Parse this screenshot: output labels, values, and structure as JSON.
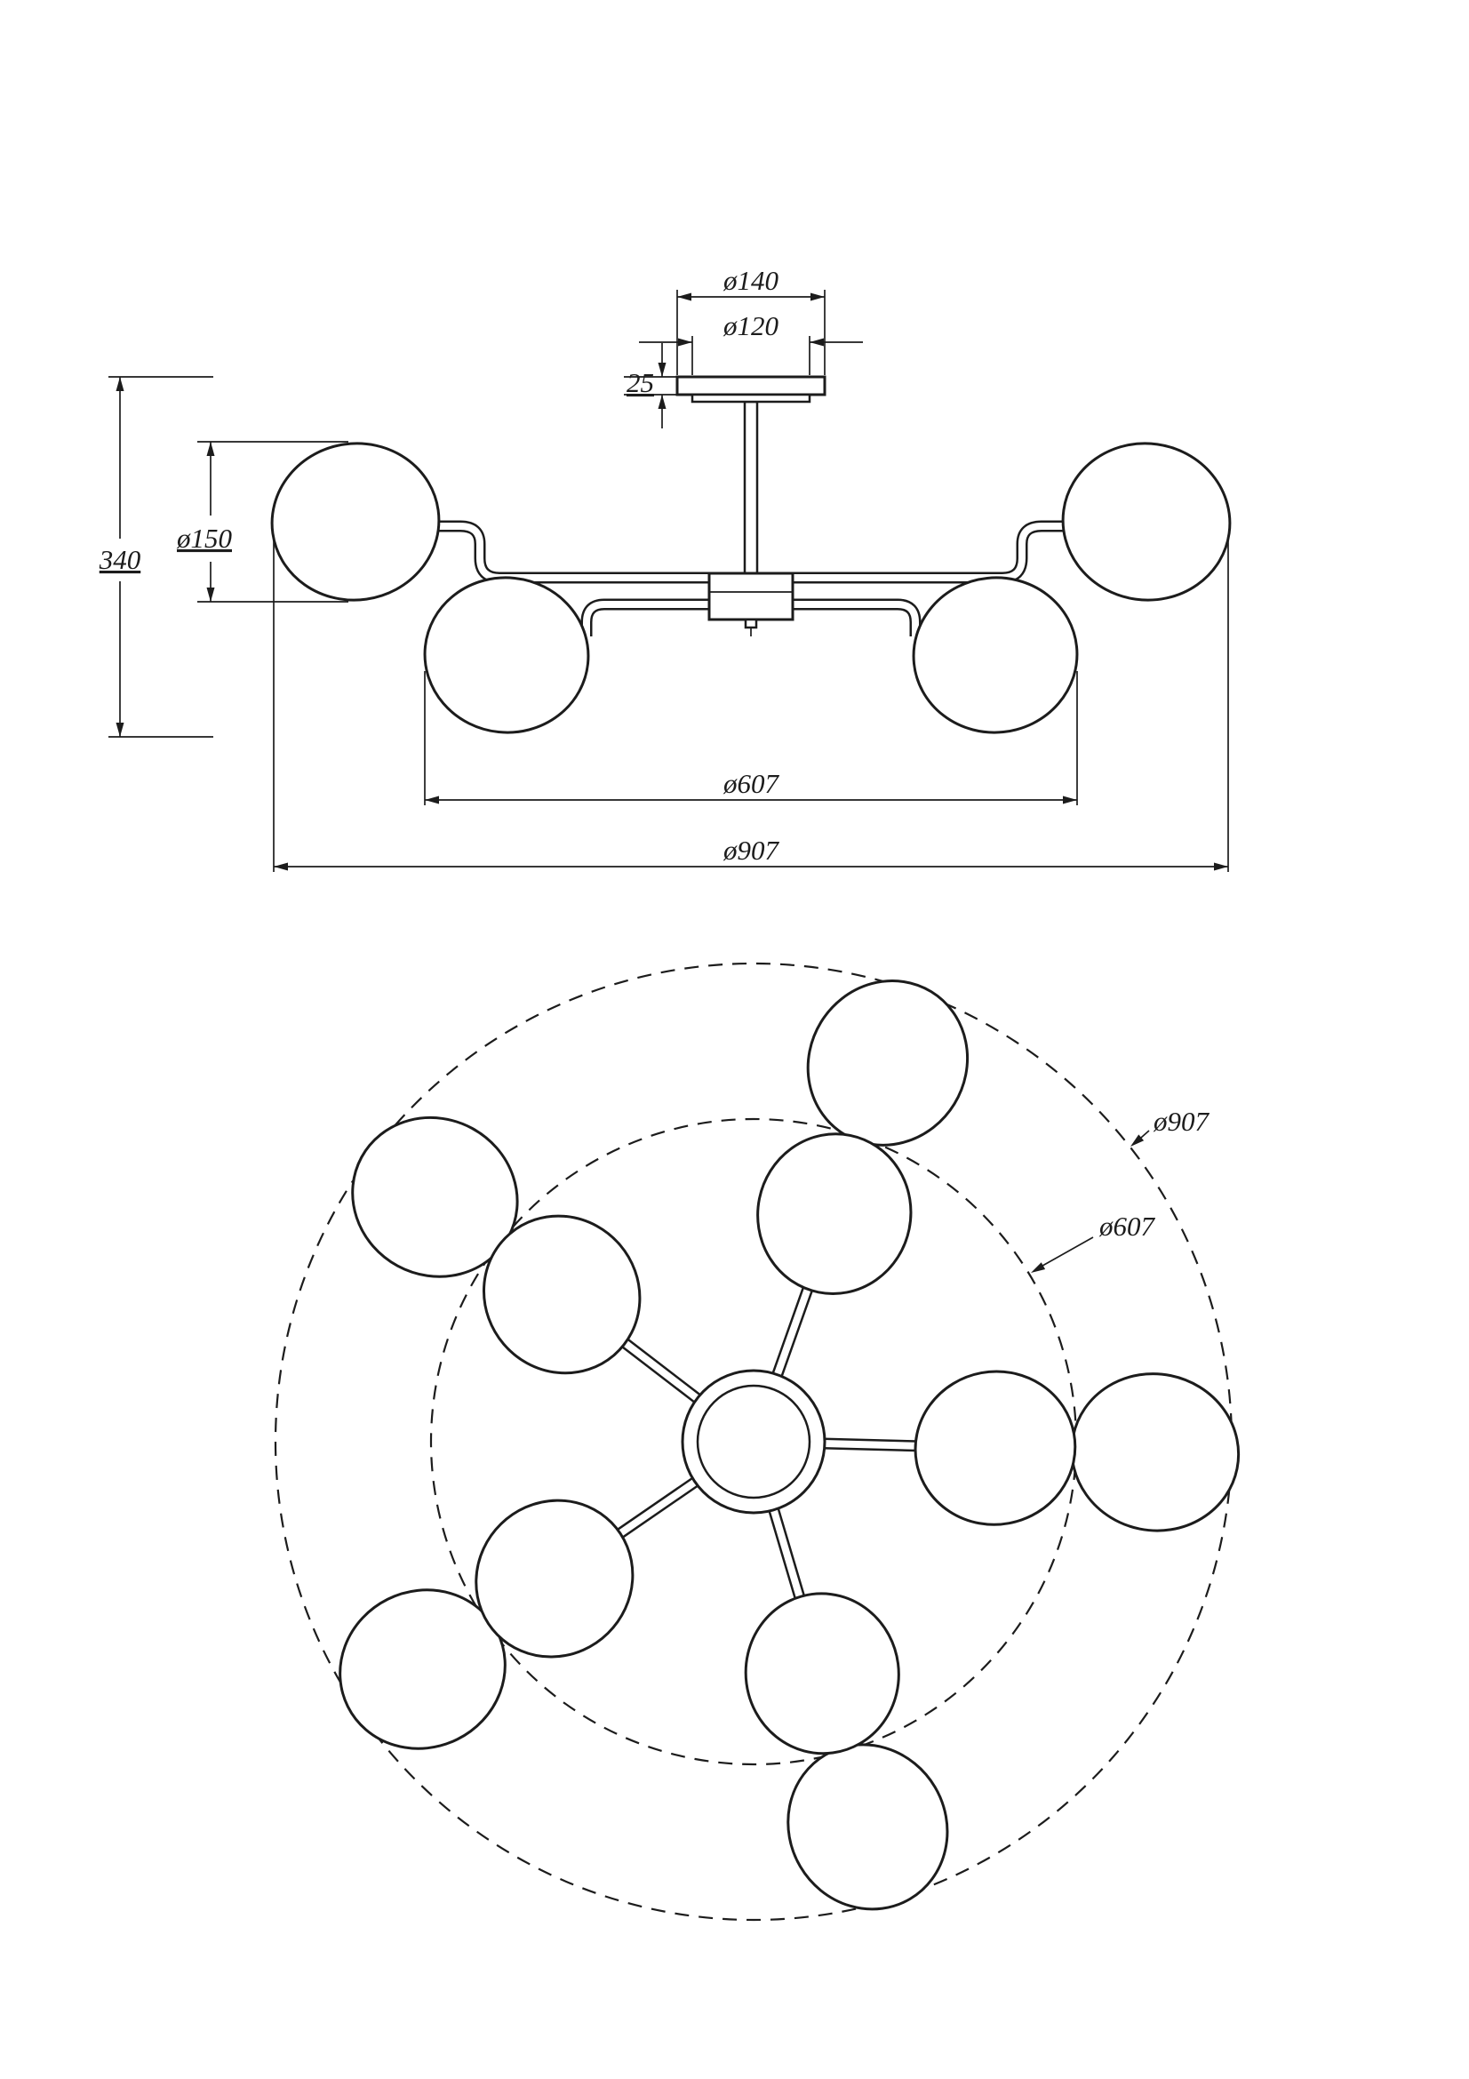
{
  "drawing": {
    "side_view": {
      "dim_canopy_outer": "ø140",
      "dim_canopy_inner": "ø120",
      "dim_canopy_height": "25",
      "dim_globe_diameter": "ø150",
      "dim_total_height": "340",
      "dim_inner_spread": "ø607",
      "dim_outer_spread": "ø907"
    },
    "plan_view": {
      "dim_outer_circle": "ø907",
      "dim_inner_circle": "ø607"
    },
    "colors": {
      "line": "#1c1c1c",
      "background": "#ffffff"
    }
  }
}
